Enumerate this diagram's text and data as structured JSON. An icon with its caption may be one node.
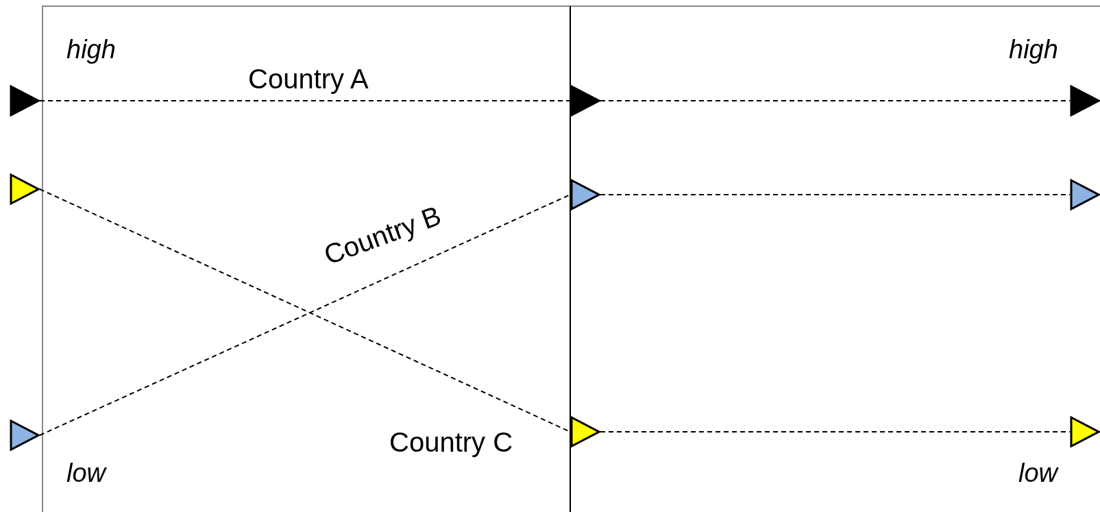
{
  "diagram": {
    "nodes": [
      {
        "text": [],
        "shape": "triangle"
      },
      {
        "text": [],
        "shape": "triangle"
      },
      {
        "text": [],
        "shape": "triangle"
      },
      {
        "text": [],
        "shape": "triangle"
      },
      {
        "text": [],
        "shape": "triangle"
      },
      {
        "text": [],
        "shape": "triangle"
      },
      {
        "text": [],
        "shape": "triangle"
      },
      {
        "text": [],
        "shape": "triangle"
      },
      {
        "text": [],
        "shape": "triangle"
      }
    ],
    "edges": [
      {
        "from": 0,
        "to": 3,
        "arrow": "none",
        "style": "dashed",
        "label": "Country A"
      },
      {
        "from": 3,
        "to": 6,
        "arrow": "none",
        "style": "dashed"
      },
      {
        "from": 1,
        "to": 5,
        "arrow": "none",
        "style": "dashed",
        "label": "Country C"
      },
      {
        "from": 2,
        "to": 4,
        "arrow": "none",
        "style": "dashed",
        "label": "Country B"
      },
      {
        "from": 4,
        "to": 7,
        "arrow": "none",
        "style": "dashed"
      },
      {
        "from": 5,
        "to": 8,
        "arrow": "none",
        "style": "dashed"
      }
    ],
    "labels": [
      "high",
      "high",
      "low",
      "low"
    ]
  }
}
